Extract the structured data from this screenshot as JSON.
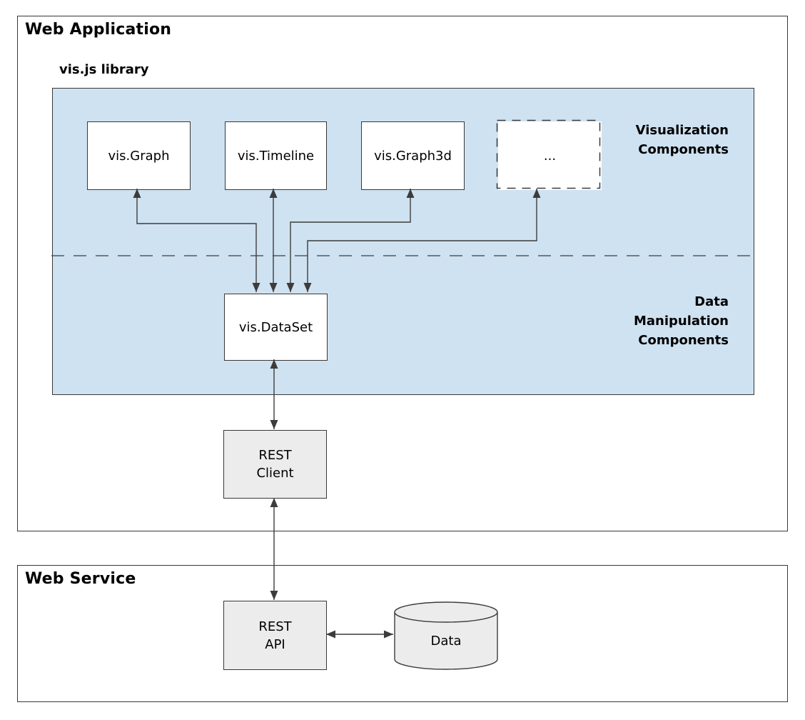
{
  "colors": {
    "panel_blue": "#cfe2f1",
    "box_gray": "#ececec",
    "box_white": "#ffffff",
    "line_dark": "#3c3c3c"
  },
  "web_application": {
    "title": "Web Application",
    "vis_library": {
      "title": "vis.js library",
      "visualization_label": "Visualization\nComponents",
      "data_manipulation_label": "Data\nManipulation\nComponents",
      "components": {
        "graph": "vis.Graph",
        "timeline": "vis.Timeline",
        "graph3d": "vis.Graph3d",
        "more": "...",
        "dataset": "vis.DataSet"
      }
    },
    "rest_client": "REST\nClient"
  },
  "web_service": {
    "title": "Web Service",
    "rest_api": "REST\nAPI",
    "data_store": "Data"
  }
}
